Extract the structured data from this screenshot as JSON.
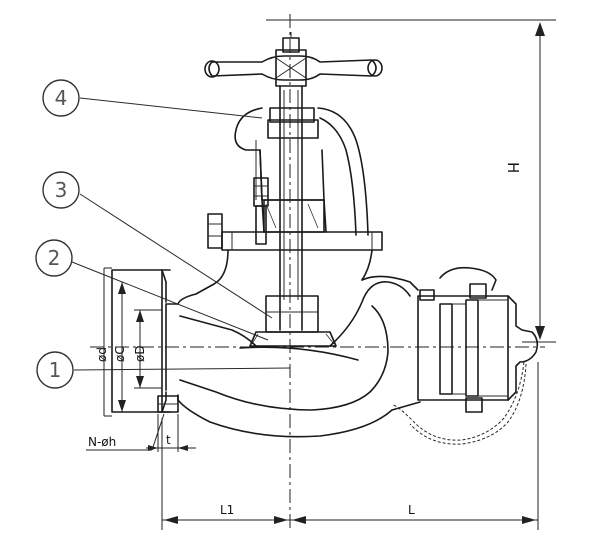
{
  "callouts": [
    {
      "id": "callout-1",
      "label": "1"
    },
    {
      "id": "callout-2",
      "label": "2"
    },
    {
      "id": "callout-3",
      "label": "3"
    },
    {
      "id": "callout-4",
      "label": "4"
    }
  ],
  "dimensions": {
    "height": "H",
    "length": "L",
    "length1": "L1",
    "outer_diameter": "ød",
    "bolt_circle": "øC",
    "bore": "øD",
    "bolt_holes": "N-øh",
    "flange_thickness": "t"
  }
}
